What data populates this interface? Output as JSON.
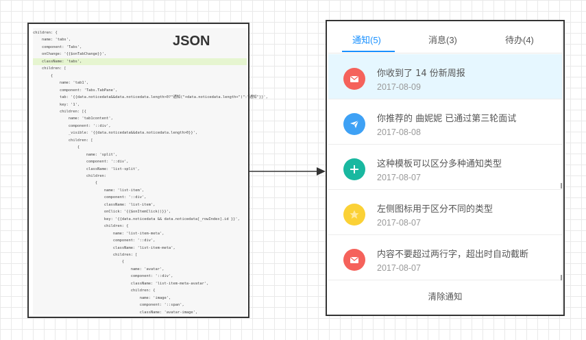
{
  "json_panel": {
    "title": "JSON",
    "code_lines": [
      "children: {",
      "    name: 'tabs',",
      "    component: 'Tabs',",
      "    onChange: '{{$onTabChange}}',",
      "    className: 'tabs',",
      "    children: [",
      "        {",
      "            name: 'tab1',",
      "            component: 'Tabs.TabPane',",
      "            tab: '{{data.noticedata&&data.noticedata.length>0?\"通知(\"+data.noticedata.length+\")\":\"通知\"}}',",
      "            key: '1',",
      "            children: [{",
      "                name: 'tab1content',",
      "                component: '::div',",
      "                _visible: '{{data.noticedata&&data.noticedata.length>0}}',",
      "                children: [",
      "                    {",
      "                        name: 'split',",
      "                        component: '::div',",
      "                        className: 'list-split',",
      "                        children:",
      "                            {",
      "                                name: 'list-item',",
      "                                component: '::div',",
      "                                className: 'list-item',",
      "                                onClick: '{{$onItemClick()}}',",
      "                                key: '{{data.noticedata && data.noticedata[_rowIndex].id }}',",
      "                                children: {",
      "                                    name: 'list-item-meta',",
      "                                    component: '::div',",
      "                                    className: 'list-item-meta',",
      "                                    children: [",
      "                                        {",
      "                                            name: 'avatar',",
      "                                            component: '::div',",
      "                                            className: 'list-item-meta-avatar',",
      "                                            children: {",
      "                                                name: 'image',",
      "                                                component: '::span',",
      "                                                className: 'avatar-image',"
    ],
    "highlight_line": 4
  },
  "notice_panel": {
    "tabs": [
      {
        "label": "通知(5)",
        "active": true
      },
      {
        "label": "消息(3)",
        "active": false
      },
      {
        "label": "待办(4)",
        "active": false
      }
    ],
    "items": [
      {
        "icon": "mail-icon",
        "color": "#f5625b",
        "title": "你收到了 14 份新周报",
        "date": "2017-08-09",
        "selected": true
      },
      {
        "icon": "paper-plane-icon",
        "color": "#3ea1f5",
        "title": "你推荐的 曲妮妮 已通过第三轮面试",
        "date": "2017-08-08",
        "selected": false
      },
      {
        "icon": "plus-icon",
        "color": "#19b8a0",
        "title": "这种模板可以区分多种通知类型",
        "date": "2017-08-07",
        "selected": false
      },
      {
        "icon": "star-icon",
        "color": "#fbd136",
        "title": "左侧图标用于区分不同的类型",
        "date": "2017-08-07",
        "selected": false
      },
      {
        "icon": "mail-icon",
        "color": "#f5625b",
        "title": "内容不要超过两行字，超出时自动截断",
        "date": "2017-08-07",
        "selected": false
      }
    ],
    "clear_label": "清除通知"
  }
}
